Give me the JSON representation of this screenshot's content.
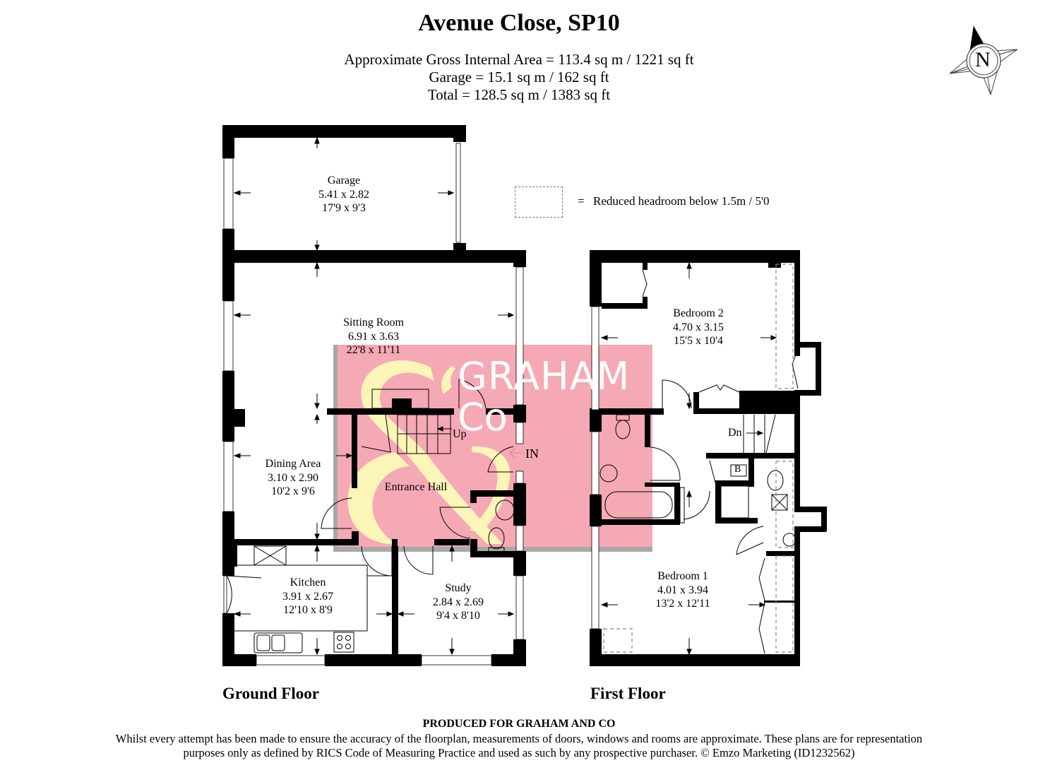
{
  "header": {
    "title": "Avenue Close, SP10",
    "areas": [
      "Approximate Gross Internal Area = 113.4 sq m / 1221 sq ft",
      "Garage = 15.1 sq m / 162 sq ft",
      "Total = 128.5 sq m / 1383 sq ft"
    ]
  },
  "compass": {
    "label": "N",
    "icon": "north-compass-icon"
  },
  "legend": {
    "equals": "=",
    "text": "Reduced headroom below 1.5m / 5'0"
  },
  "ground_floor": {
    "label": "Ground Floor",
    "rooms": [
      {
        "name": "Garage",
        "metric": "5.41 x 2.82",
        "imperial": "17'9 x 9'3"
      },
      {
        "name": "Sitting Room",
        "metric": "6.91 x 3.63",
        "imperial": "22'8 x 11'11"
      },
      {
        "name": "Dining Area",
        "metric": "3.10 x 2.90",
        "imperial": "10'2 x 9'6"
      },
      {
        "name": "Entrance Hall"
      },
      {
        "name": "Kitchen",
        "metric": "3.91 x 2.67",
        "imperial": "12'10 x 8'9"
      },
      {
        "name": "Study",
        "metric": "2.84 x 2.69",
        "imperial": "9'4 x 8'10"
      }
    ],
    "stairs_label": "Up",
    "entrance_label": "IN"
  },
  "first_floor": {
    "label": "First Floor",
    "rooms": [
      {
        "name": "Bedroom 2",
        "metric": "4.70 x 3.15",
        "imperial": "15'5 x 10'4"
      },
      {
        "name": "Bedroom 1",
        "metric": "4.01 x 3.94",
        "imperial": "13'2 x 12'11"
      }
    ],
    "stairs_label": "Dn",
    "boiler_label": "B"
  },
  "watermark": {
    "line1": "GRAHAM",
    "line2": "Co",
    "colors": {
      "background": "#f5a9b4",
      "ampersand": "#fbf5b8",
      "shadow": "#a8a8a8",
      "text": "#ffffff"
    }
  },
  "footer": {
    "produced_for": "PRODUCED FOR GRAHAM AND CO",
    "disclaimer_line1": "Whilst every attempt has been made to ensure the accuracy of the floorplan, measurements of doors, windows and rooms are approximate. These plans are for representation",
    "disclaimer_line2": "purposes only as defined by RICS Code of Measuring Practice and used as such by any prospective purchaser. © Emzo Marketing (ID1232562)"
  }
}
